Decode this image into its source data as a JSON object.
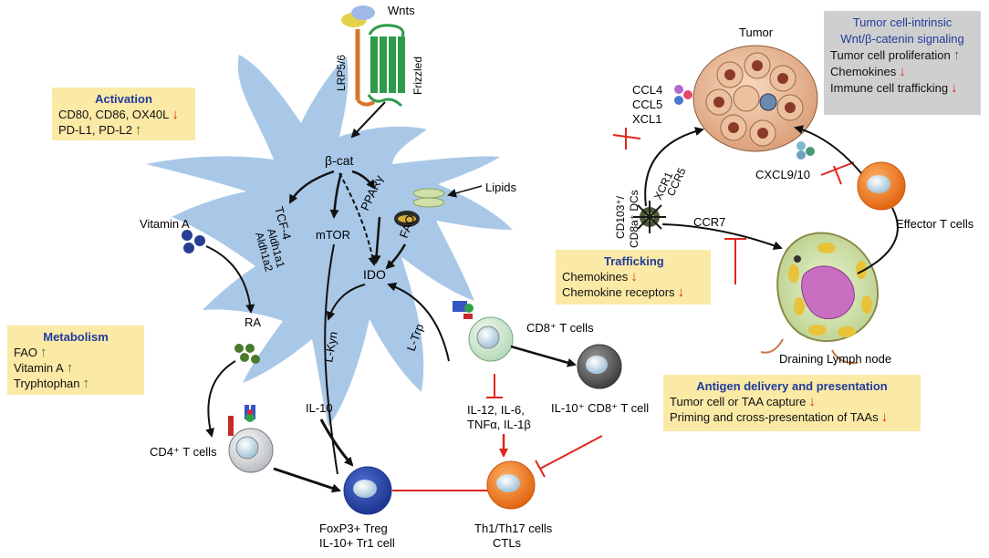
{
  "labels": {
    "wnts": "Wnts",
    "lrp": "LRP5/6",
    "frizzled": "Frizzled",
    "bcat": "β-cat",
    "tcf4": "TCF-4",
    "aldh1": "Aldh1a1",
    "aldh2": "Aldh1a2",
    "mtor": "mTOR",
    "ppar": "PPARγ",
    "fao": "FAO",
    "lipids": "Lipids",
    "ido": "IDO",
    "vitamin_a": "Vitamin A",
    "ra": "RA",
    "lkyn": "L-Kyn",
    "ltrp": "L-Trp",
    "il10": "IL-10",
    "cytokines_1": "IL-12, IL-6,",
    "cytokines_2": "TNFα, IL-1β",
    "cd4": "CD4⁺ T cells",
    "treg_1": "FoxP3+ Treg",
    "treg_2": "IL-10+ Tr1 cell",
    "th_1": "Th1/Th17 cells",
    "th_2": "CTLs",
    "cd8": "CD8⁺ T cells",
    "il10cd8": "IL-10⁺ CD8⁺ T cell",
    "tumor": "Tumor",
    "ccl4": "CCL4",
    "ccl5": "CCL5",
    "xcl1": "XCL1",
    "xcr1": "XCR1",
    "ccr5": "CCR5",
    "cxcl": "CXCL9/10",
    "ccr7": "CCR7",
    "dcs_1": "CD103⁺/",
    "dcs_2": "CD8a⁺ DCs",
    "effector": "Effector T cells",
    "lymph": "Draining Lymph node"
  },
  "boxes": {
    "activation": {
      "title": "Activation",
      "rows": [
        {
          "text": "CD80, CD86, OX40L",
          "arrow": "↓",
          "dir": "down"
        },
        {
          "text": "PD-L1, PD-L2",
          "arrow": "↑",
          "dir": "up"
        }
      ]
    },
    "metabolism": {
      "title": "Metabolism",
      "rows": [
        {
          "text": "FAO",
          "arrow": "↑",
          "dir": "up"
        },
        {
          "text": "Vitamin A",
          "arrow": "↑",
          "dir": "up"
        },
        {
          "text": "Tryphtophan",
          "arrow": "↑",
          "dir": "up"
        }
      ]
    },
    "trafficking": {
      "title": "Trafficking",
      "rows": [
        {
          "text": "Chemokines",
          "arrow": "↓",
          "dir": "down"
        },
        {
          "text": "Chemokine receptors",
          "arrow": "↓",
          "dir": "down"
        }
      ]
    },
    "antigen": {
      "title": "Antigen delivery and presentation",
      "rows": [
        {
          "text": "Tumor cell or TAA capture",
          "arrow": "↓",
          "dir": "down"
        },
        {
          "text": "Priming and cross-presentation of TAAs",
          "arrow": "↓",
          "dir": "down"
        }
      ]
    },
    "tumor_intrinsic": {
      "title_1": "Tumor cell-intrinsic",
      "title_2": "Wnt/β-catenin signaling",
      "rows": [
        {
          "text": "Tumor cell proliferation",
          "arrow": "↑",
          "dir": "up"
        },
        {
          "text": "Chemokines",
          "arrow": "↓",
          "dir": "down"
        },
        {
          "text": "Immune cell trafficking",
          "arrow": "↓",
          "dir": "down"
        }
      ]
    }
  },
  "colors": {
    "dc_body": "#a9c8e8",
    "box_yellow": "#fbe9a6",
    "box_gray": "#cfcfcf",
    "heading_blue": "#1f3c9c",
    "inhibit_red": "#e0261d",
    "up_green": "#3a7a2a",
    "treg_blue": "#2948a8",
    "th_orange": "#ef7a1c",
    "frizzled_green": "#2f9b4a",
    "lrp_orange": "#d8752a"
  }
}
